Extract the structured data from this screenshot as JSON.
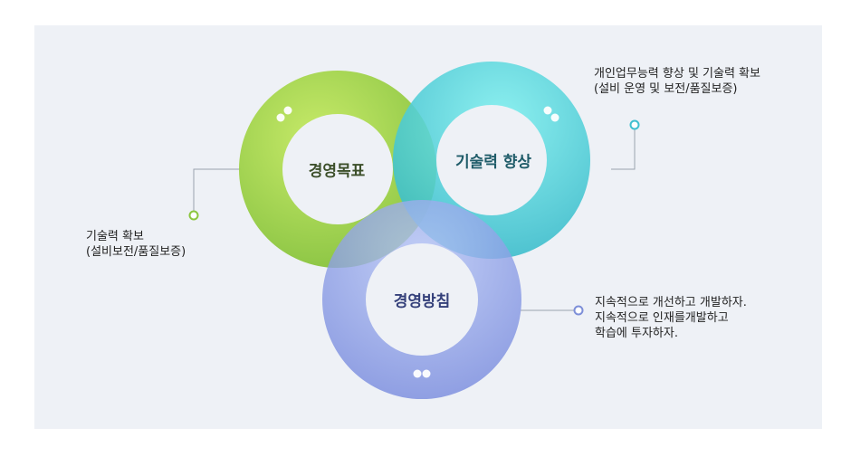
{
  "rings": [
    {
      "id": "goal",
      "title": "경영목표",
      "color": "#98d04a",
      "title_color": "#3c4f2a"
    },
    {
      "id": "skill",
      "title": "기술력 향상",
      "color": "#3fc9d4",
      "title_color": "#1f5c69"
    },
    {
      "id": "policy",
      "title": "경영방침",
      "color": "#8ea0e8",
      "title_color": "#34407a"
    }
  ],
  "notes": {
    "left": [
      "기술력 확보",
      "(설비보전/품질보증)"
    ],
    "top_right": [
      "개인업무능력 향상 및 기술력 확보",
      "(설비 운영 및 보전/품질보증)"
    ],
    "bottom_right": [
      "지속적으로 개선하고 개발하자.",
      "지속적으로 인재를개발하고",
      "학습에 투자하자."
    ]
  }
}
